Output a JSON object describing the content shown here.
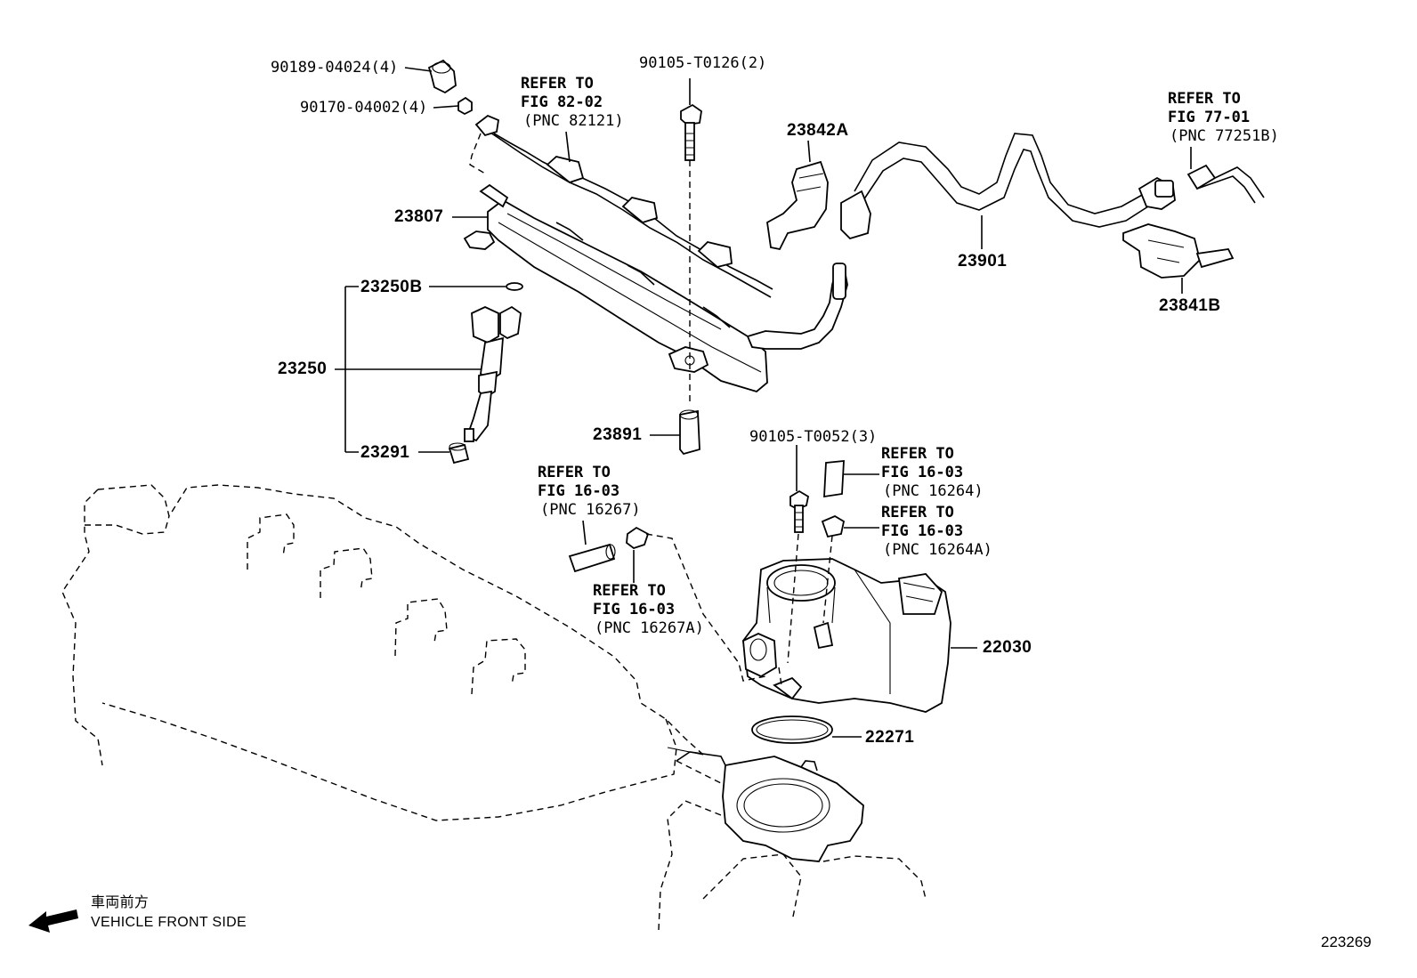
{
  "diagram": {
    "labels": {
      "p90189": "90189-04024(4)",
      "p90170": "90170-04002(4)",
      "ref82_l1": "REFER TO",
      "ref82_l2": "FIG 82-02",
      "ref82_l3": "(PNC 82121)",
      "p90105a": "90105-T0126(2)",
      "p23842a": "23842A",
      "ref77_l1": "REFER TO",
      "ref77_l2": "FIG 77-01",
      "ref77_l3": "(PNC 77251B)",
      "p23807": "23807",
      "p23901": "23901",
      "p23841b": "23841B",
      "p23250b": "23250B",
      "p23250": "23250",
      "p23291": "23291",
      "p23891": "23891",
      "p90105b": "90105-T0052(3)",
      "ref16264_l1": "REFER TO",
      "ref16264_l2": "FIG 16-03",
      "ref16264_l3": "(PNC 16264)",
      "ref16267_l1": "REFER TO",
      "ref16267_l2": "FIG 16-03",
      "ref16267_l3": "(PNC 16267)",
      "ref16264a_l1": "REFER TO",
      "ref16264a_l2": "FIG 16-03",
      "ref16264a_l3": "(PNC 16264A)",
      "ref16267a_l1": "REFER TO",
      "ref16267a_l2": "FIG 16-03",
      "ref16267a_l3": "(PNC 16267A)",
      "p22030": "22030",
      "p22271": "22271",
      "front_jp": "車両前方",
      "front_en": "VEHICLE FRONT SIDE",
      "fig_number": "223269"
    }
  }
}
